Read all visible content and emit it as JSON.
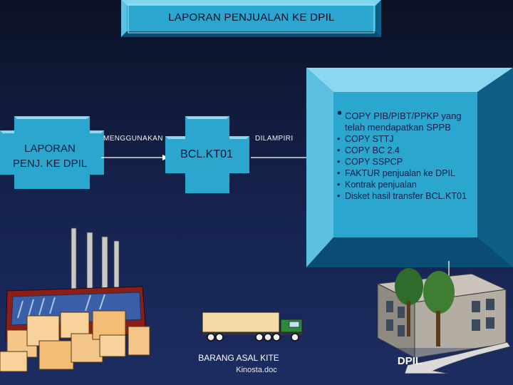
{
  "title": "LAPORAN PENJUALAN KE DPIL",
  "source_node": {
    "line1": "LAPORAN",
    "line2": "PENJ. KE DPIL"
  },
  "arrows": {
    "left_label": "MENGGUNAKAN",
    "right_label": "DILAMPIRI"
  },
  "center_node": "BCL.KT01",
  "attachments": {
    "items": [
      "COPY PIB/PIBT/PPKP yang telah mendapatkan SPPB",
      "COPY STTJ",
      "COPY BC 2.4",
      "COPY SSPCP",
      "FAKTUR penjualan ke DPIL",
      "Kontrak penjualan",
      "Disket hasil transfer BCL.KT01"
    ]
  },
  "truck": {
    "label": "BARANG ASAL KITE",
    "source": "Kinosta.doc"
  },
  "dpil": {
    "label": "DPIL"
  },
  "colors": {
    "background_top": "#0b1226",
    "background_bottom": "#1c2d62",
    "panel_fill": "#2aa6cf",
    "panel_bevel_light": "#7fd4ee",
    "panel_bevel_dark": "#0e5e86",
    "title_fill": "#2aa6cf"
  }
}
